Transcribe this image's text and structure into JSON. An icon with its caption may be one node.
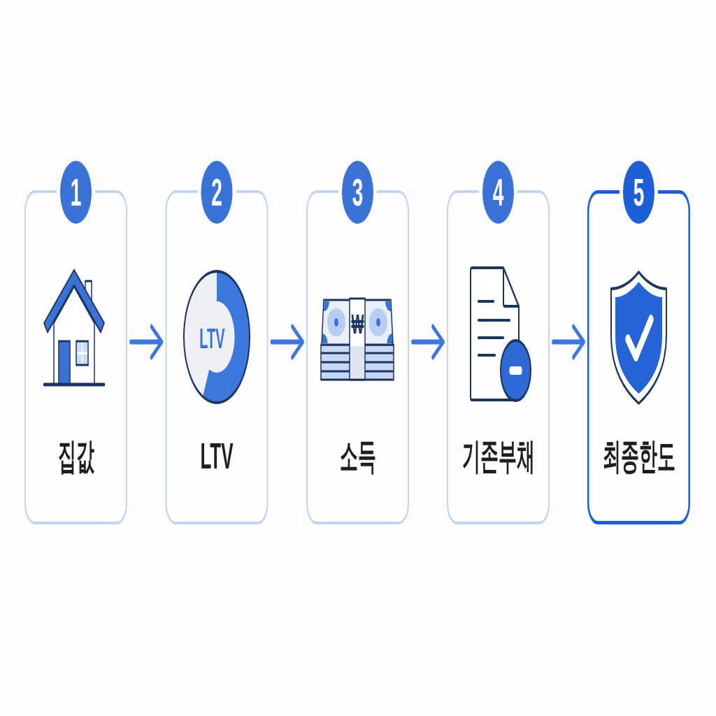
{
  "diagram": {
    "nodes": [
      {
        "text": [
          "1",
          "집값"
        ]
      },
      {
        "text": [
          "2",
          "LTV"
        ]
      },
      {
        "text": [
          "3",
          "소득"
        ]
      },
      {
        "text": [
          "4",
          "기존부채"
        ]
      },
      {
        "text": [
          "5",
          "최종한도"
        ]
      }
    ],
    "edges": [
      {
        "from": 0,
        "to": 1,
        "arrow": "to"
      },
      {
        "from": 1,
        "to": 2,
        "arrow": "to"
      },
      {
        "from": 2,
        "to": 3,
        "arrow": "to"
      },
      {
        "from": 3,
        "to": 4,
        "arrow": "to"
      }
    ],
    "labels": [
      "LTV",
      "₩"
    ]
  }
}
